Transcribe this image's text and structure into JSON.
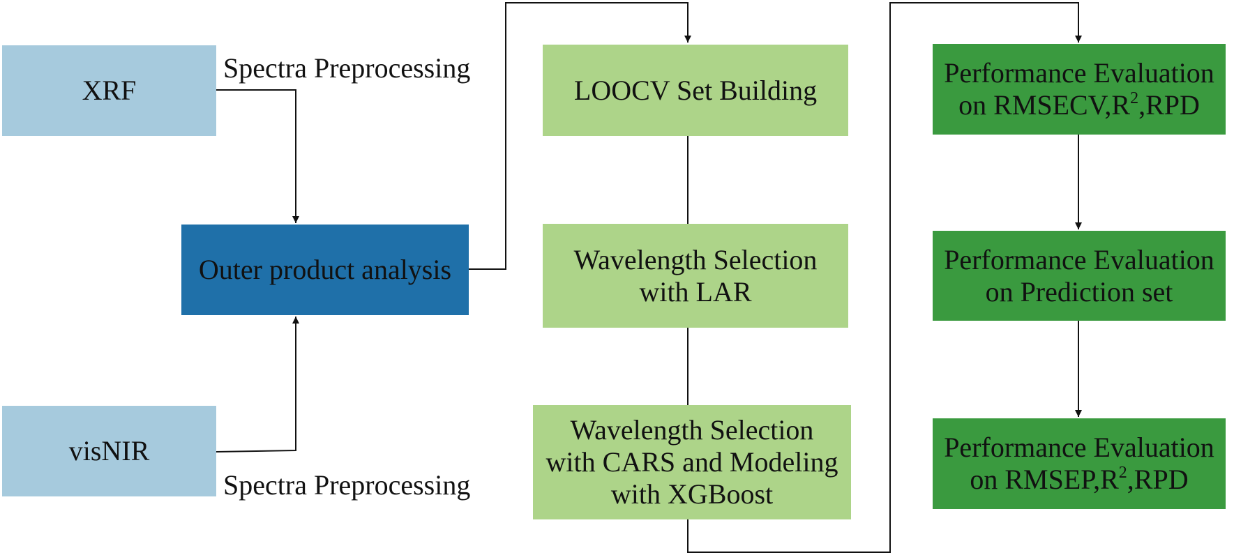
{
  "colors": {
    "input_box": "#a6cadd",
    "fusion_box": "#1f70a9",
    "modeling_box": "#add489",
    "evaluation_box": "#3a9a3f",
    "connector": "#111111"
  },
  "inputs": {
    "xrf": "XRF",
    "visnir": "visNIR"
  },
  "preprocessing": {
    "top": "Spectra Preprocessing",
    "bottom": "Spectra Preprocessing"
  },
  "fusion": {
    "label": "Outer product analysis"
  },
  "modeling": {
    "loocv": "LOOCV Set Building",
    "lar_line1": "Wavelength Selection",
    "lar_line2": "with LAR",
    "cars_line1": "Wavelength Selection",
    "cars_line2": "with CARS and Modeling",
    "cars_line3": "with XGBoost"
  },
  "evaluation": {
    "cv_line1": "Performance Evaluation",
    "cv_line2_prefix": "on RMSECV,R",
    "cv_line2_sup": "2",
    "cv_line2_suffix": ",RPD",
    "pred_line1": "Performance Evaluation",
    "pred_line2": "on Prediction set",
    "ep_line1": "Performance Evaluation",
    "ep_line2_prefix": "on RMSEP,R",
    "ep_line2_sup": "2",
    "ep_line2_suffix": ",RPD"
  }
}
